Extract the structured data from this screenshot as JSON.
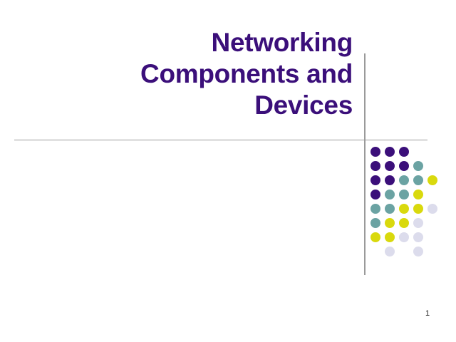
{
  "slide": {
    "title": "Networking\nComponents and\nDevices",
    "page_number": "1"
  },
  "colors": {
    "title": "#3B0F7A",
    "rule": "#9A9A9A",
    "background": "#FFFFFF",
    "dot_purple": "#3B0F7A",
    "dot_teal": "#6BA3A3",
    "dot_yellow": "#D9D90D",
    "dot_lavender": "#DCDCEC"
  },
  "decoration": {
    "horizontal_rule_label": "horizontal-divider",
    "vertical_rule_label": "vertical-divider",
    "dot_grid_label": "decorative-dot-grid",
    "dot_grid": [
      [
        "purple",
        "purple",
        "purple",
        "none",
        "none"
      ],
      [
        "purple",
        "purple",
        "purple",
        "teal",
        "none"
      ],
      [
        "purple",
        "purple",
        "teal",
        "teal",
        "yellow"
      ],
      [
        "purple",
        "teal",
        "teal",
        "yellow",
        "none"
      ],
      [
        "teal",
        "teal",
        "yellow",
        "yellow",
        "lavender"
      ],
      [
        "teal",
        "yellow",
        "yellow",
        "lavender",
        "none"
      ],
      [
        "yellow",
        "yellow",
        "lavender",
        "lavender",
        "none"
      ],
      [
        "none",
        "lavender",
        "none",
        "lavender",
        "none"
      ]
    ]
  }
}
